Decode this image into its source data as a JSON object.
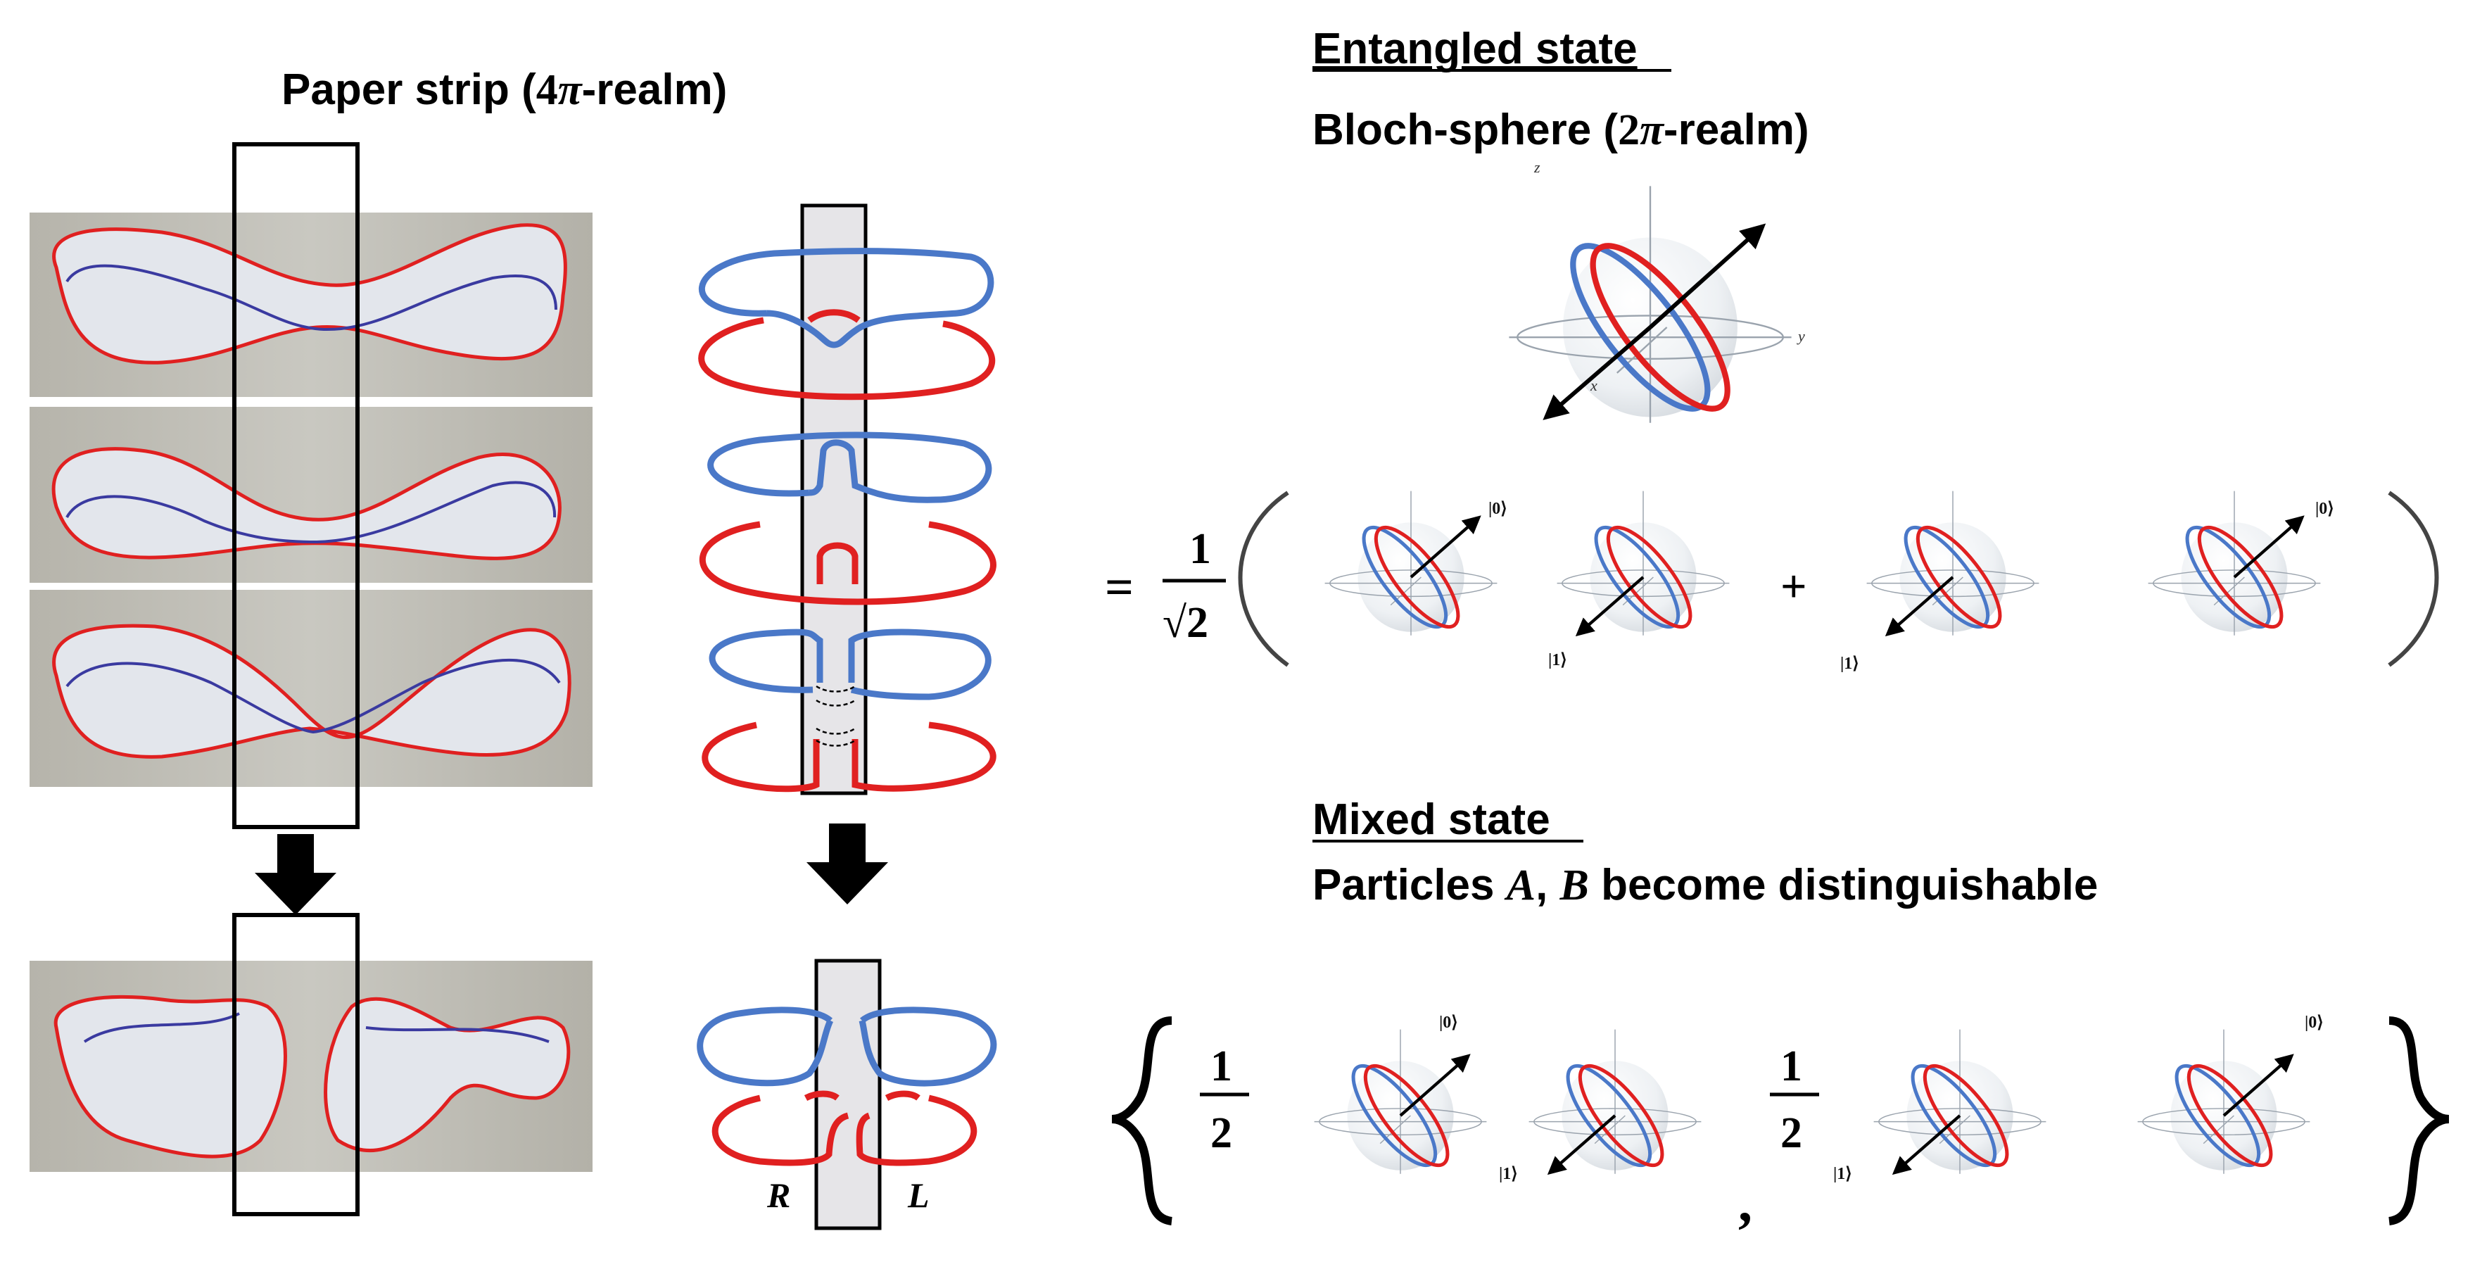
{
  "colors": {
    "red": "#e02020",
    "blue": "#4a78c8",
    "arrow": "#000000",
    "panel": "#b9b8b0",
    "sphere": "#e9ecef"
  },
  "left": {
    "title_pre": "Paper strip (",
    "title_num": "4",
    "title_pi": "π",
    "title_post": "-realm)"
  },
  "middle": {
    "label_r": "R",
    "label_l": "L"
  },
  "entangled": {
    "heading": "Entangled state",
    "subtitle_pre": "Bloch-sphere (",
    "subtitle_num": "2",
    "subtitle_pi": "π",
    "subtitle_post": "-realm)",
    "eq_sign": "=",
    "frac_num": "1",
    "frac_den": "√2",
    "plus": "+"
  },
  "mixed": {
    "heading": "Mixed state",
    "subtitle_pre": "Particles ",
    "subtitle_a": "A",
    "subtitle_comma": ", ",
    "subtitle_b": "B",
    "subtitle_post": " become  distinguishable",
    "frac_num": "1",
    "frac_den": "2",
    "comma": ","
  },
  "axes": {
    "x": "x",
    "y": "y",
    "z": "z"
  },
  "kets": {
    "zero": "|0⟩",
    "one": "|1⟩"
  }
}
